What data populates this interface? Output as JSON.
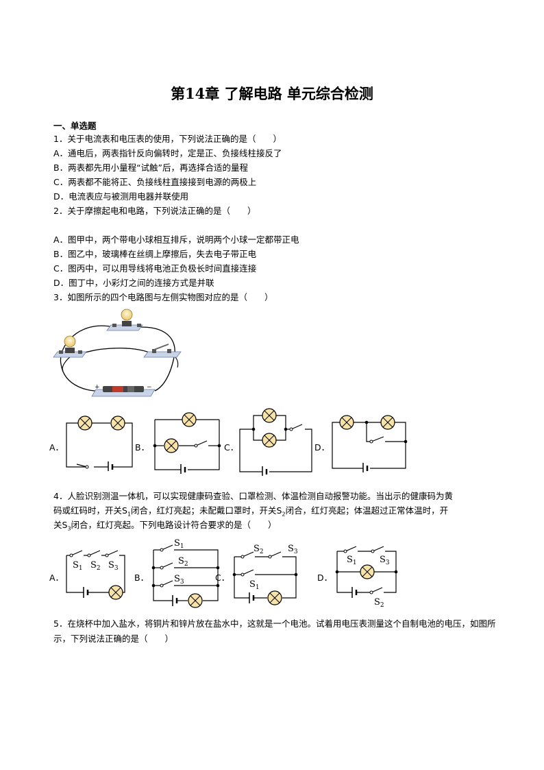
{
  "title": "第14章 了解电路 单元综合检测",
  "section": "一、单选题",
  "q1": {
    "stem": "1．关于电流表和电压表的使用，下列说法正确的是（　　）",
    "A": "A．通电后，两表指针反向偏转时，定是正、负接线柱接反了",
    "B": "B．两表都先用小量程“试触”后，再选择合适的量程",
    "C": "C．两表都不能将正、负接线柱直接接到电源的两极上",
    "D": "D．电流表应与被测用电器并联使用"
  },
  "q2": {
    "stem": "2．关于摩擦起电和电路，下列说法正确的是（　　）",
    "A": "A．图甲中，两个带电小球相互排斥，说明两个小球一定都带正电",
    "B": "B．图乙中，玻璃棒在丝绸上摩擦后，失去电子带正电",
    "C": "C．图丙中，可以用导线将电池正负极长时间直接连接",
    "D": "D．图丁中，小彩灯之间的连接方式是并联"
  },
  "q3": {
    "stem": "3．如图所示的四个电路图与左侧实物图对应的是（　　）",
    "labels": [
      "A．",
      "B．",
      "C．",
      "D．"
    ],
    "battery_plus": "+",
    "battery_minus": "−"
  },
  "q4": {
    "stem_l1": "4．人脸识别测温一体机，可以实现健康码查验、口罩检测、体温检测自动报警功能。当出示的健康码为黄",
    "stem_l2a": "码或红码时，开关S",
    "stem_l2b": "闭合，红灯亮起；未配戴口罩时，开关S",
    "stem_l2c": "闭合，红灯亮起；体温超过正常体温时，开",
    "stem_l3a": "关S",
    "stem_l3b": "闭合，红灯亮起。下列电路设计符合要求的是（　　）",
    "sub1": "1",
    "sub2": "2",
    "sub3": "3",
    "labels": [
      "A．",
      "B．",
      "C．",
      "D．"
    ],
    "switch_labels": [
      "S",
      "S",
      "S"
    ],
    "switch_subs": [
      "1",
      "2",
      "3"
    ]
  },
  "q5": {
    "stem": "5．在烧杯中加入盐水，将铜片和锌片放在盐水中，这就是一个电池。试着用电压表测量这个自制电池的电压，如图所示，下列说法正确的是（　　）"
  },
  "colors": {
    "lamp_fill": "#f7e3a8",
    "base_fill": "#c9d4e6",
    "wire": "#000000"
  }
}
